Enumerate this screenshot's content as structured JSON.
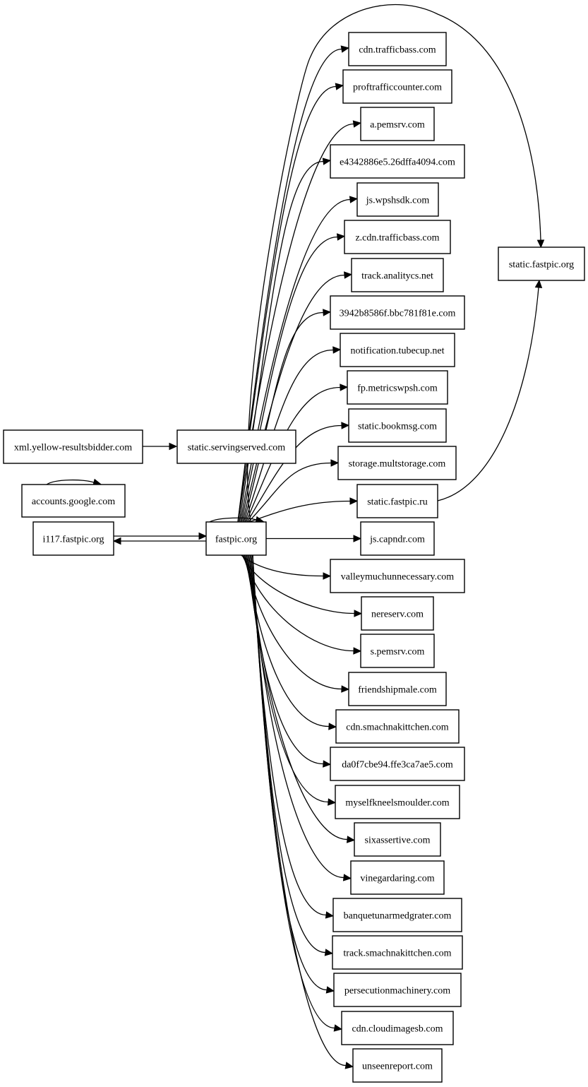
{
  "graph": {
    "nodes": [
      {
        "id": "fastpic-org",
        "label": "fastpic.org"
      },
      {
        "id": "i117-fastpic-org",
        "label": "i117.fastpic.org"
      },
      {
        "id": "accounts-google-com",
        "label": "accounts.google.com"
      },
      {
        "id": "xml-yellow-resultsbidder-com",
        "label": "xml.yellow-resultsbidder.com"
      },
      {
        "id": "static-servingserved-com",
        "label": "static.servingserved.com"
      },
      {
        "id": "static-fastpic-org",
        "label": "static.fastpic.org"
      },
      {
        "id": "cdn-trafficbass-com",
        "label": "cdn.trafficbass.com"
      },
      {
        "id": "proftrafficcounter-com",
        "label": "proftrafficcounter.com"
      },
      {
        "id": "a-pemsrv-com",
        "label": "a.pemsrv.com"
      },
      {
        "id": "e4342886e5-com",
        "label": "e4342886e5.26dffa4094.com"
      },
      {
        "id": "js-wpshsdk-com",
        "label": "js.wpshsdk.com"
      },
      {
        "id": "z-cdn-trafficbass-com",
        "label": "z.cdn.trafficbass.com"
      },
      {
        "id": "track-analitycs-net",
        "label": "track.analitycs.net"
      },
      {
        "id": "3942b8586f-com",
        "label": "3942b8586f.bbc781f81e.com"
      },
      {
        "id": "notification-tubecup-net",
        "label": "notification.tubecup.net"
      },
      {
        "id": "fp-metricswpsh-com",
        "label": "fp.metricswpsh.com"
      },
      {
        "id": "static-bookmsg-com",
        "label": "static.bookmsg.com"
      },
      {
        "id": "storage-multstorage-com",
        "label": "storage.multstorage.com"
      },
      {
        "id": "static-fastpic-ru",
        "label": "static.fastpic.ru"
      },
      {
        "id": "js-capndr-com",
        "label": "js.capndr.com"
      },
      {
        "id": "valleymuchunnecessary-com",
        "label": "valleymuchunnecessary.com"
      },
      {
        "id": "nereserv-com",
        "label": "nereserv.com"
      },
      {
        "id": "s-pemsrv-com",
        "label": "s.pemsrv.com"
      },
      {
        "id": "friendshipmale-com",
        "label": "friendshipmale.com"
      },
      {
        "id": "cdn-smachnakittchen-com",
        "label": "cdn.smachnakittchen.com"
      },
      {
        "id": "da0f7cbe94-com",
        "label": "da0f7cbe94.ffe3ca7ae5.com"
      },
      {
        "id": "myselfkneelsmoulder-com",
        "label": "myselfkneelsmoulder.com"
      },
      {
        "id": "sixassertive-com",
        "label": "sixassertive.com"
      },
      {
        "id": "vinegardaring-com",
        "label": "vinegardaring.com"
      },
      {
        "id": "banquetunarmedgrater-com",
        "label": "banquetunarmedgrater.com"
      },
      {
        "id": "track-smachnakittchen-com",
        "label": "track.smachnakittchen.com"
      },
      {
        "id": "persecutionmachinery-com",
        "label": "persecutionmachinery.com"
      },
      {
        "id": "cdn-cloudimagesb-com",
        "label": "cdn.cloudimagesb.com"
      },
      {
        "id": "unseenreport-com",
        "label": "unseenreport.com"
      }
    ],
    "edges": [
      {
        "from": "xml-yellow-resultsbidder-com",
        "to": "static-servingserved-com"
      },
      {
        "from": "accounts-google-com",
        "to": "accounts-google-com"
      },
      {
        "from": "fastpic-org",
        "to": "fastpic-org"
      },
      {
        "from": "fastpic-org",
        "to": "i117-fastpic-org"
      },
      {
        "from": "i117-fastpic-org",
        "to": "fastpic-org"
      },
      {
        "from": "fastpic-org",
        "to": "static-fastpic-org"
      },
      {
        "from": "static-fastpic-ru",
        "to": "static-fastpic-org"
      },
      {
        "from": "fastpic-org",
        "to": "cdn-trafficbass-com"
      },
      {
        "from": "fastpic-org",
        "to": "proftrafficcounter-com"
      },
      {
        "from": "fastpic-org",
        "to": "a-pemsrv-com"
      },
      {
        "from": "fastpic-org",
        "to": "e4342886e5-com"
      },
      {
        "from": "fastpic-org",
        "to": "js-wpshsdk-com"
      },
      {
        "from": "fastpic-org",
        "to": "z-cdn-trafficbass-com"
      },
      {
        "from": "fastpic-org",
        "to": "track-analitycs-net"
      },
      {
        "from": "fastpic-org",
        "to": "3942b8586f-com"
      },
      {
        "from": "fastpic-org",
        "to": "notification-tubecup-net"
      },
      {
        "from": "fastpic-org",
        "to": "fp-metricswpsh-com"
      },
      {
        "from": "fastpic-org",
        "to": "static-bookmsg-com"
      },
      {
        "from": "fastpic-org",
        "to": "storage-multstorage-com"
      },
      {
        "from": "fastpic-org",
        "to": "static-fastpic-ru"
      },
      {
        "from": "fastpic-org",
        "to": "js-capndr-com"
      },
      {
        "from": "fastpic-org",
        "to": "valleymuchunnecessary-com"
      },
      {
        "from": "fastpic-org",
        "to": "nereserv-com"
      },
      {
        "from": "fastpic-org",
        "to": "s-pemsrv-com"
      },
      {
        "from": "fastpic-org",
        "to": "friendshipmale-com"
      },
      {
        "from": "fastpic-org",
        "to": "cdn-smachnakittchen-com"
      },
      {
        "from": "fastpic-org",
        "to": "da0f7cbe94-com"
      },
      {
        "from": "fastpic-org",
        "to": "myselfkneelsmoulder-com"
      },
      {
        "from": "fastpic-org",
        "to": "sixassertive-com"
      },
      {
        "from": "fastpic-org",
        "to": "vinegardaring-com"
      },
      {
        "from": "fastpic-org",
        "to": "banquetunarmedgrater-com"
      },
      {
        "from": "fastpic-org",
        "to": "track-smachnakittchen-com"
      },
      {
        "from": "fastpic-org",
        "to": "persecutionmachinery-com"
      },
      {
        "from": "fastpic-org",
        "to": "cdn-cloudimagesb-com"
      },
      {
        "from": "fastpic-org",
        "to": "unseenreport-com"
      }
    ]
  }
}
